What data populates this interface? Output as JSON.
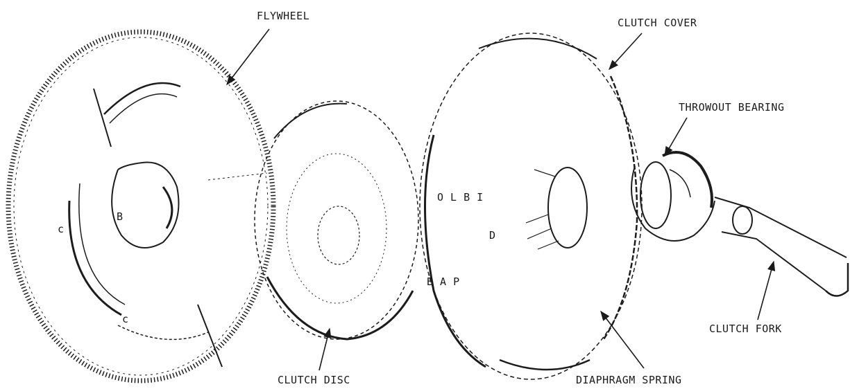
{
  "labels": {
    "flywheel": "FLYWHEEL",
    "clutch_cover": "CLUTCH COVER",
    "throwout_bearing": "THROWOUT BEARING",
    "clutch_disc": "CLUTCH DISC",
    "diaphragm_spring": "DIAPHRAGM SPRING",
    "clutch_fork": "CLUTCH FORK"
  },
  "markings": {
    "cover_hub": "O L B I",
    "cover_part": "D",
    "cover_lower": "B A P",
    "flywheel_c1": "c",
    "flywheel_c2": "c",
    "flywheel_b": "B"
  }
}
